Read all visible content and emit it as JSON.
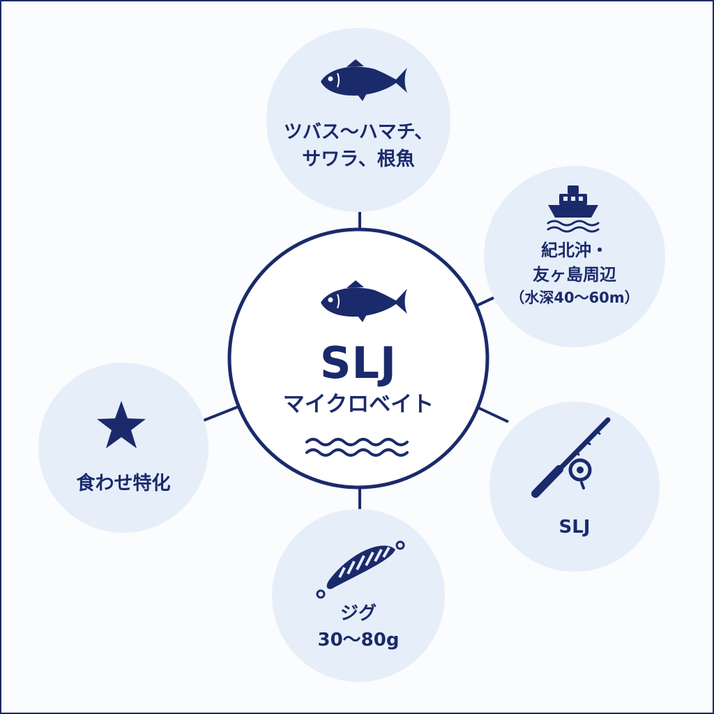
{
  "center": {
    "title": "SLJ",
    "subtitle": "マイクロベイト",
    "icons": [
      "fish-icon",
      "waves-icon"
    ]
  },
  "nodes": {
    "top": {
      "icon": "fish-icon",
      "lines": [
        "ツバス〜ハマチ、",
        "サワラ、根魚"
      ]
    },
    "right_top": {
      "icon": "ship-icon",
      "lines": [
        "紀北沖・",
        "友ヶ島周辺",
        "（水深40〜60m）"
      ]
    },
    "right_bottom": {
      "icon": "fishing-rod-icon",
      "lines": [
        "SLJ"
      ]
    },
    "bottom": {
      "icon": "jig-icon",
      "lines": [
        "ジグ",
        "30〜80g"
      ]
    },
    "left": {
      "icon": "star-icon",
      "lines": [
        "食わせ特化"
      ]
    }
  },
  "colors": {
    "primary": "#1b2a6b",
    "node_fill": "#e6eef9",
    "background": "#fbfcfe"
  }
}
